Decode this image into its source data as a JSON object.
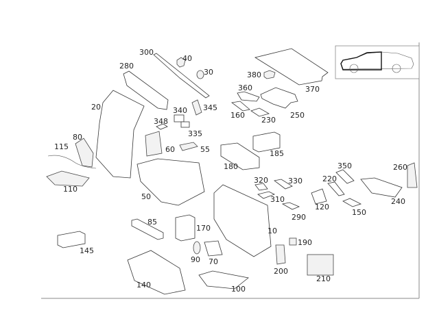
{
  "diagram": {
    "part_labels": [
      "300",
      "40",
      "30",
      "280",
      "380",
      "370",
      "360",
      "345",
      "340",
      "20",
      "348",
      "160",
      "230",
      "250",
      "335",
      "80",
      "115",
      "60",
      "55",
      "185",
      "180",
      "350",
      "260",
      "220",
      "320",
      "330",
      "110",
      "50",
      "310",
      "120",
      "240",
      "150",
      "290",
      "85",
      "170",
      "10",
      "190",
      "145",
      "90",
      "70",
      "200",
      "210",
      "140",
      "100"
    ]
  },
  "inset": {
    "icon": "car-side-view-icon"
  }
}
